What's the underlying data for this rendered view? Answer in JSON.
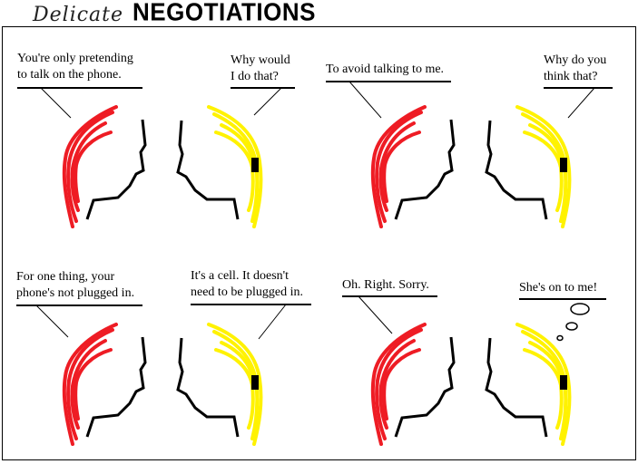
{
  "title": {
    "script": "Delicate",
    "bold": "NEGOTIATIONS"
  },
  "panels": [
    {
      "left": "You're only pretending",
      "left2": "to talk on the phone.",
      "right": "Why would",
      "right2": "I do that?"
    },
    {
      "left": "To avoid talking to me.",
      "right": "Why do you",
      "right2": "think that?"
    },
    {
      "left": "For one thing, your",
      "left2": "phone's not plugged in.",
      "right": "It's a cell. It doesn't",
      "right2": "need to be plugged in."
    },
    {
      "left": "Oh. Right. Sorry.",
      "right": "She's on to me!"
    }
  ],
  "colors": {
    "red_hair": "#ee1c24",
    "yellow_hair": "#fff200"
  }
}
